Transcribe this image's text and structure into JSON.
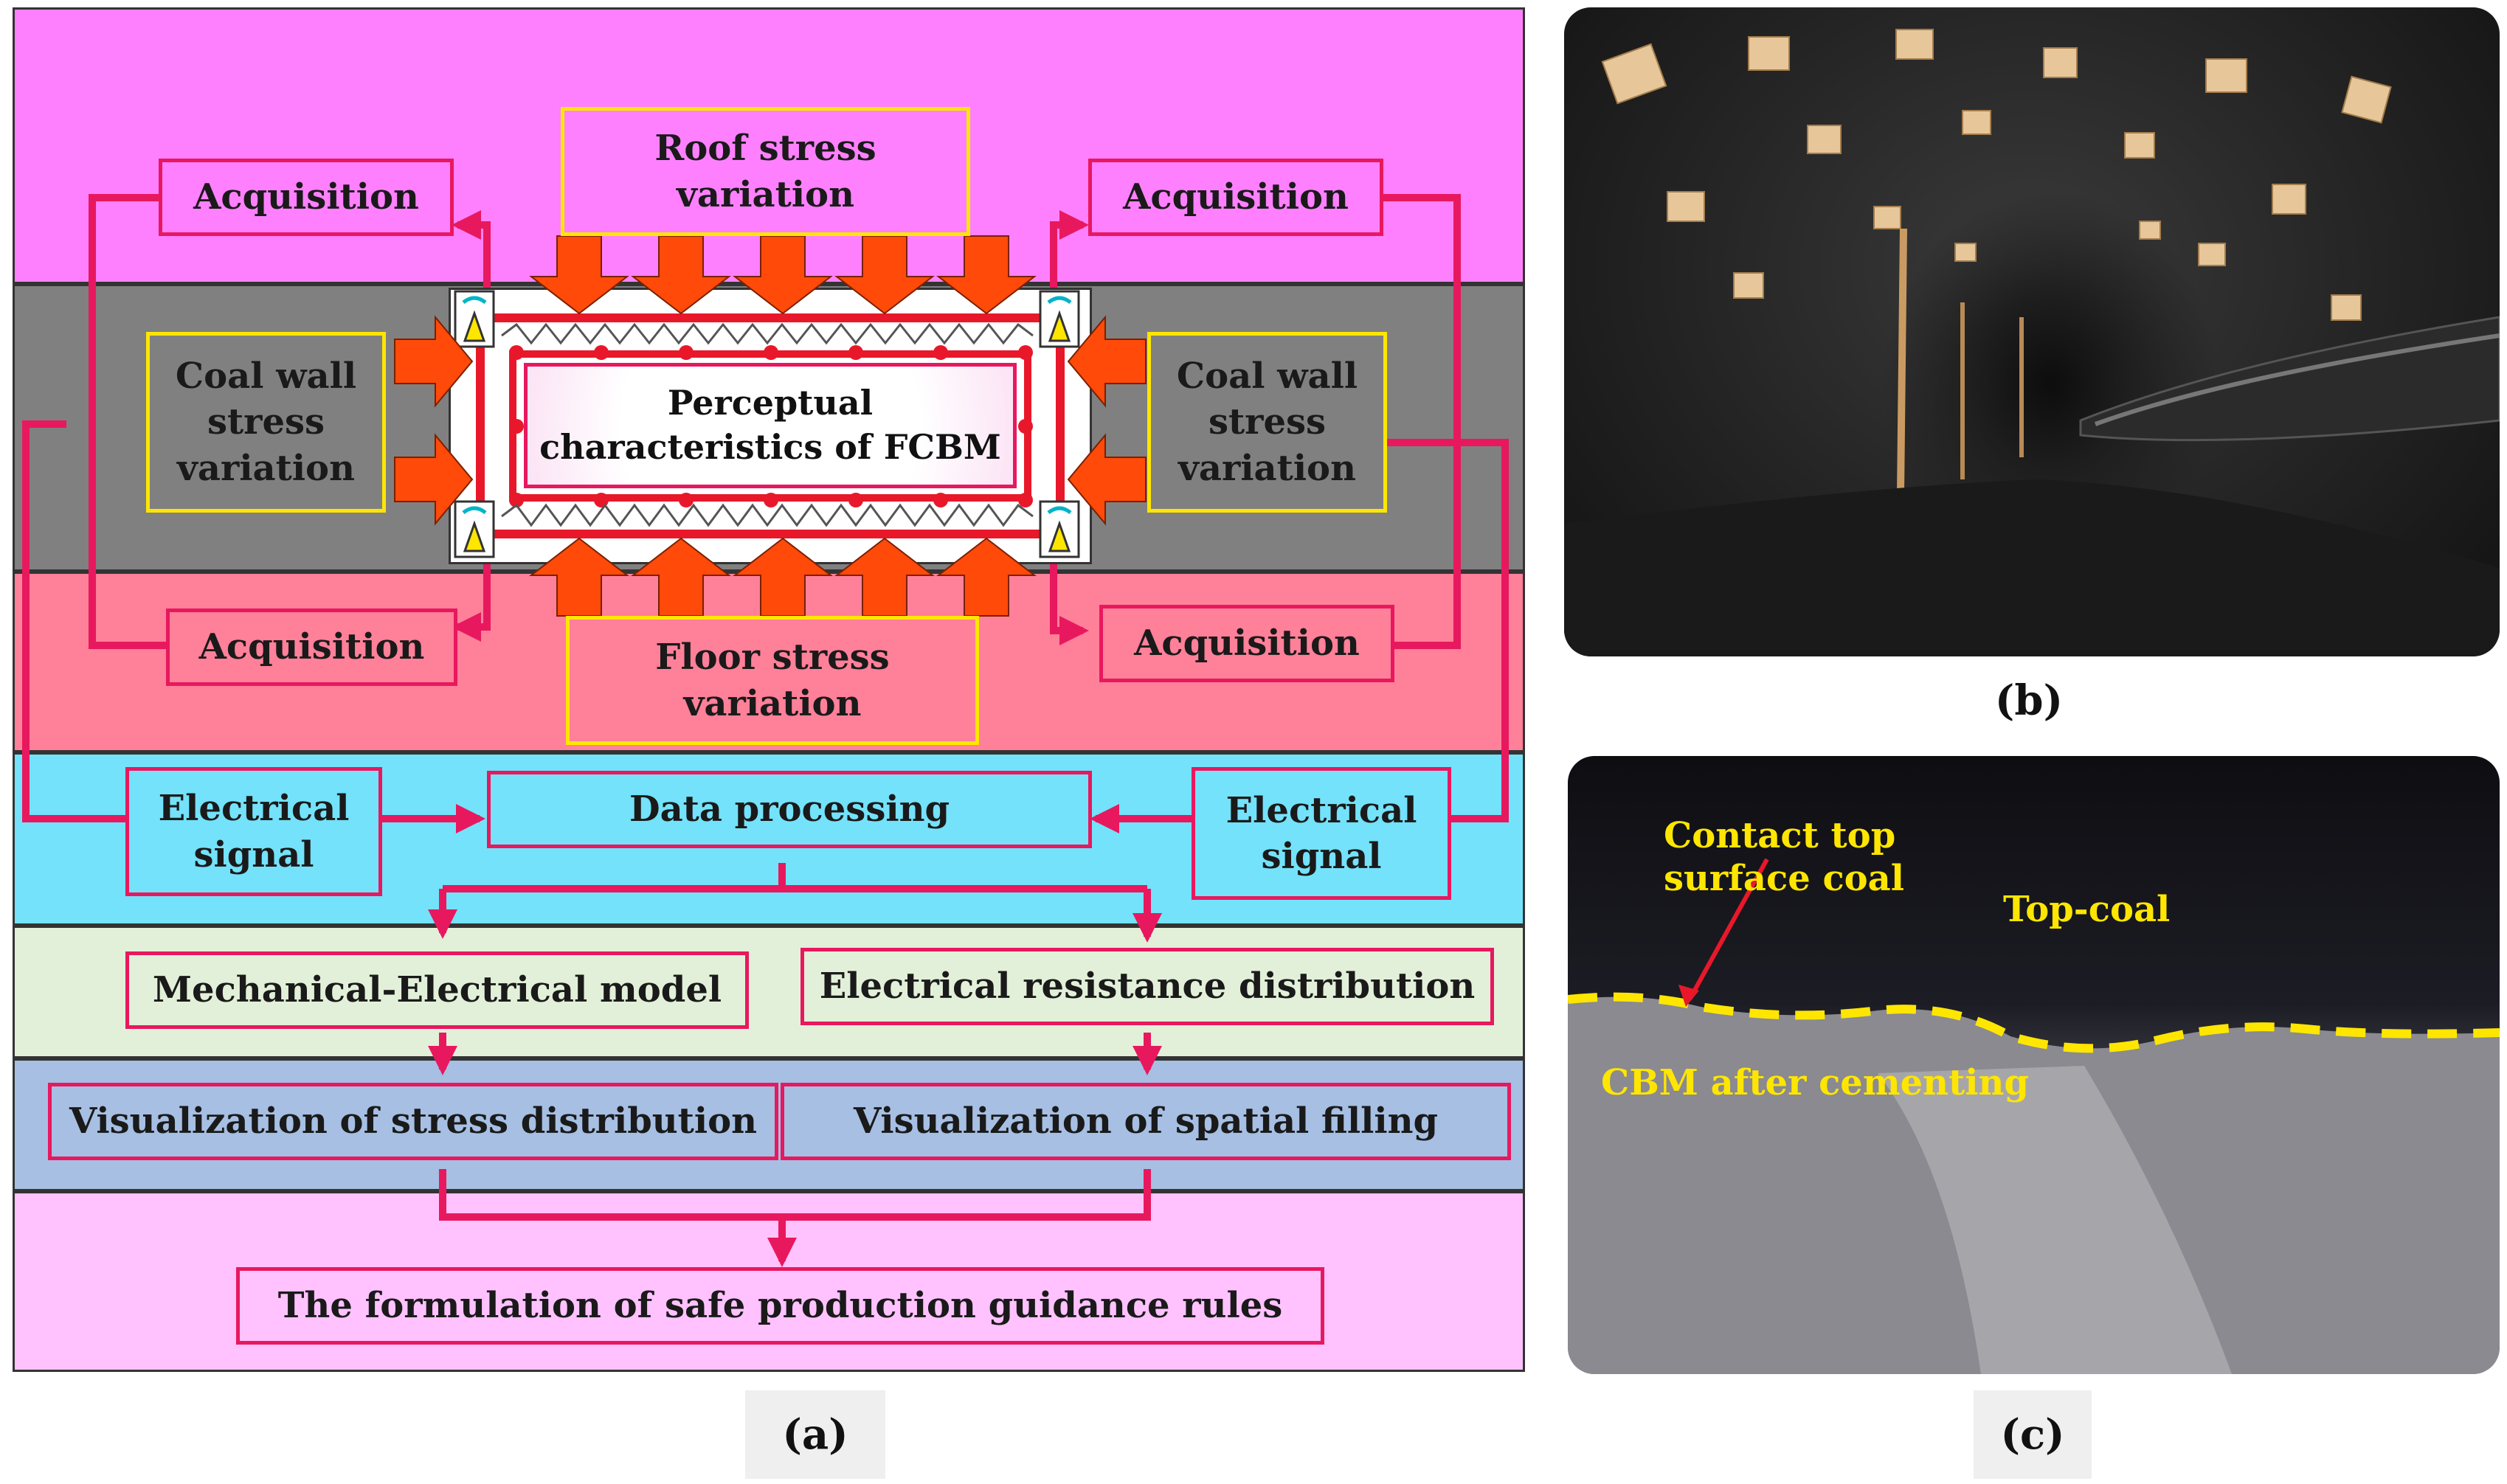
{
  "panel_a": {
    "roof": "Roof stress variation",
    "floor": "Floor stress variation",
    "coal_wall_left": "Coal wall stress variation",
    "coal_wall_right": "Coal wall stress variation",
    "acq_tl": "Acquisition",
    "acq_tr": "Acquisition",
    "acq_bl": "Acquisition",
    "acq_br": "Acquisition",
    "center": "Perceptual characteristics of FCBM",
    "signal_left": "Electrical signal",
    "signal_right": "Electrical signal",
    "data_processing": "Data processing",
    "mech_model": "Mechanical-Electrical model",
    "resistance": "Electrical resistance distribution",
    "vis_stress": "Visualization of stress distribution",
    "vis_filling": "Visualization of spatial filling",
    "rules": "The formulation of safe production guidance rules",
    "caption": "(a)"
  },
  "panel_b": {
    "caption": "(b)"
  },
  "panel_c": {
    "contact_label": "Contact top surface coal",
    "topcoal_label": "Top-coal",
    "cbm_label": "CBM after cementing",
    "caption": "(c)"
  },
  "colors": {
    "magenta_band": "#ff80ff",
    "gray_band": "#808080",
    "pink_band": "#ff8099",
    "cyan_band": "#73e2fa",
    "mint_band": "#e3f0d9",
    "blue_band": "#a6bfe3",
    "light_pink_band": "#ffc2ff",
    "arrow_pink": "#e8185f",
    "arrow_orange": "#ff4a0a",
    "label_yellow": "#ffe600"
  }
}
